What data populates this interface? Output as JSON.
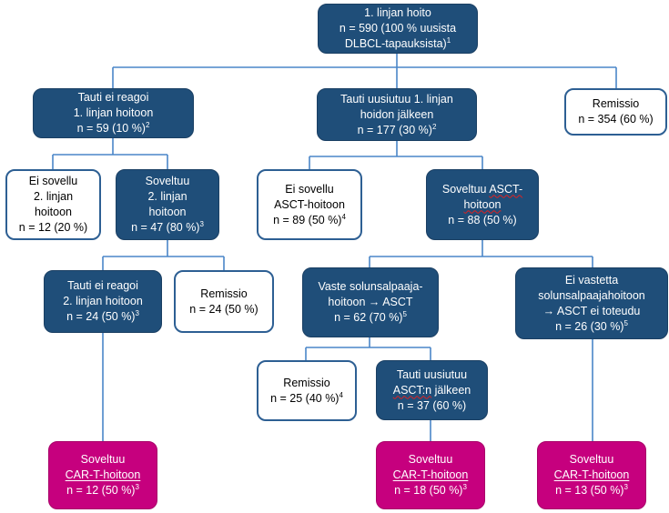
{
  "colors": {
    "dark_box": "#1F4E79",
    "pink_box": "#C6007E",
    "light_box_border": "#2d5f93",
    "connector": "#4a86c8"
  },
  "nodes": {
    "root": {
      "l1": "1. linjan hoito",
      "l2": "n = 590 (100 % uusista",
      "l3a": "DLBCL-tapauksista)",
      "sup": "1"
    },
    "refractory1": {
      "l1": "Tauti ei reagoi",
      "l2": "1. linjan hoitoon",
      "l3a": "n = 59 (10 %)",
      "sup": "2"
    },
    "relapse1": {
      "l1": "Tauti uusiutuu 1. linjan",
      "l2": "hoidon jälkeen",
      "l3a": "n = 177 (30 %)",
      "sup": "2"
    },
    "remission1": {
      "l1": "Remissio",
      "l2": "n = 354 (60 %)"
    },
    "unfit2nd": {
      "l1": "Ei sovellu",
      "l2": "2. linjan",
      "l3": "hoitoon",
      "l4": "n = 12 (20 %)"
    },
    "fit2nd": {
      "l1": "Soveltuu",
      "l2": "2. linjan",
      "l3": "hoitoon",
      "l4a": "n = 47 (80 %)",
      "sup": "3"
    },
    "unfitASCT": {
      "l1": "Ei sovellu",
      "l2": "ASCT-hoitoon",
      "l3a": "n = 89 (50 %)",
      "sup": "4"
    },
    "fitASCT": {
      "l1a": "Soveltuu",
      "l1b": "ASCT-",
      "l2": "hoitoon",
      "l3": "n = 88 (50 %)"
    },
    "refractory2": {
      "l1": "Tauti ei reagoi",
      "l2": "2. linjan hoitoon",
      "l3a": "n = 24 (50 %)",
      "sup": "3"
    },
    "remission2": {
      "l1": "Remissio",
      "l2": "n = 24 (50 %)"
    },
    "responseASCT": {
      "l1": "Vaste solunsalpaaja-",
      "l2a": "hoitoon",
      "arrow": "→",
      "l2b": "ASCT",
      "l3a": "n = 62 (70 %)",
      "sup": "5"
    },
    "noResponse": {
      "l1": "Ei vastetta",
      "l2": "solunsalpaajahoitoon",
      "arrow": "→",
      "l3b": "ASCT ei toteudu",
      "l4a": "n = 26 (30 %)",
      "sup": "5"
    },
    "remission3": {
      "l1": "Remissio",
      "l2a": "n = 25 (40 %)",
      "sup": "4"
    },
    "relapseASCT": {
      "l1": "Tauti uusiutuu",
      "l2a": "ASCT:n",
      "l2b": "jälkeen",
      "l3": "n = 37 (60 %)"
    },
    "cart1": {
      "l1": "Soveltuu",
      "l2": "CAR-T-hoitoon",
      "l3a": "n = 12 (50 %)",
      "sup": "3"
    },
    "cart2": {
      "l1": "Soveltuu",
      "l2": "CAR-T-hoitoon",
      "l3a": "n = 18 (50 %)",
      "sup": "3"
    },
    "cart3": {
      "l1": "Soveltuu",
      "l2": "CAR-T-hoitoon",
      "l3a": "n = 13 (50 %)",
      "sup": "3"
    }
  }
}
